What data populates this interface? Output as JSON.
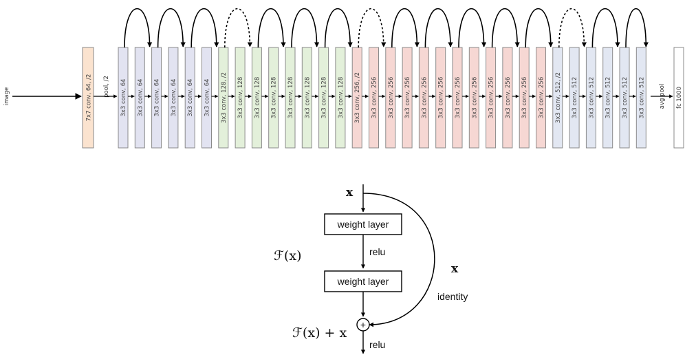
{
  "network": {
    "input_label": "image",
    "stem_label": "7x7 conv, 64, /2",
    "pool_label": "pool, /2",
    "blocks": [
      {
        "label": "3x3 conv, 64",
        "group": "g64"
      },
      {
        "label": "3x3 conv, 64",
        "group": "g64"
      },
      {
        "label": "3x3 conv, 64",
        "group": "g64"
      },
      {
        "label": "3x3 conv, 64",
        "group": "g64"
      },
      {
        "label": "3x3 conv, 64",
        "group": "g64"
      },
      {
        "label": "3x3 conv, 64",
        "group": "g64"
      },
      {
        "label": "3x3 conv, 128, /2",
        "group": "g128"
      },
      {
        "label": "3x3 conv, 128",
        "group": "g128"
      },
      {
        "label": "3x3 conv, 128",
        "group": "g128"
      },
      {
        "label": "3x3 conv, 128",
        "group": "g128"
      },
      {
        "label": "3x3 conv, 128",
        "group": "g128"
      },
      {
        "label": "3x3 conv, 128",
        "group": "g128"
      },
      {
        "label": "3x3 conv, 128",
        "group": "g128"
      },
      {
        "label": "3x3 conv, 128",
        "group": "g128"
      },
      {
        "label": "3x3 conv, 256, /2",
        "group": "g256"
      },
      {
        "label": "3x3 conv, 256",
        "group": "g256"
      },
      {
        "label": "3x3 conv, 256",
        "group": "g256"
      },
      {
        "label": "3x3 conv, 256",
        "group": "g256"
      },
      {
        "label": "3x3 conv, 256",
        "group": "g256"
      },
      {
        "label": "3x3 conv, 256",
        "group": "g256"
      },
      {
        "label": "3x3 conv, 256",
        "group": "g256"
      },
      {
        "label": "3x3 conv, 256",
        "group": "g256"
      },
      {
        "label": "3x3 conv, 256",
        "group": "g256"
      },
      {
        "label": "3x3 conv, 256",
        "group": "g256"
      },
      {
        "label": "3x3 conv, 256",
        "group": "g256"
      },
      {
        "label": "3x3 conv, 256",
        "group": "g256"
      },
      {
        "label": "3x3 conv, 512, /2",
        "group": "g512"
      },
      {
        "label": "3x3 conv, 512",
        "group": "g512"
      },
      {
        "label": "3x3 conv, 512",
        "group": "g512"
      },
      {
        "label": "3x3 conv, 512",
        "group": "g512"
      },
      {
        "label": "3x3 conv, 512",
        "group": "g512"
      },
      {
        "label": "3x3 conv, 512",
        "group": "g512"
      }
    ],
    "avgpool_label": "avg pool",
    "fc_label": "fc 1000",
    "skip_connections": [
      {
        "from_block": 0,
        "to_block": 2,
        "style": "solid"
      },
      {
        "from_block": 2,
        "to_block": 4,
        "style": "solid"
      },
      {
        "from_block": 4,
        "to_block": 6,
        "style": "solid"
      },
      {
        "from_block": 6,
        "to_block": 8,
        "style": "dashed"
      },
      {
        "from_block": 8,
        "to_block": 10,
        "style": "solid"
      },
      {
        "from_block": 10,
        "to_block": 12,
        "style": "solid"
      },
      {
        "from_block": 12,
        "to_block": 14,
        "style": "solid"
      },
      {
        "from_block": 14,
        "to_block": 16,
        "style": "dashed"
      },
      {
        "from_block": 16,
        "to_block": 18,
        "style": "solid"
      },
      {
        "from_block": 18,
        "to_block": 20,
        "style": "solid"
      },
      {
        "from_block": 20,
        "to_block": 22,
        "style": "solid"
      },
      {
        "from_block": 22,
        "to_block": 24,
        "style": "solid"
      },
      {
        "from_block": 24,
        "to_block": 26,
        "style": "solid"
      },
      {
        "from_block": 26,
        "to_block": 28,
        "style": "dashed"
      },
      {
        "from_block": 28,
        "to_block": 30,
        "style": "solid"
      },
      {
        "from_block": 30,
        "to_block": 32,
        "style": "solid"
      }
    ]
  },
  "residual": {
    "input": "x",
    "layer1": "weight layer",
    "relu1": "relu",
    "layer2": "weight layer",
    "fx_label": "ℱ(x)",
    "identity_x": "x",
    "identity_label": "identity",
    "sum_label": "ℱ(x) + x",
    "relu2": "relu",
    "plus_symbol": "+"
  },
  "colors": {
    "stem": "#fbe3cf",
    "g64": "#e2e3f1",
    "g128": "#e3f0da",
    "g256": "#f6d7d3",
    "g512": "#e2e7f2",
    "fc": "#ffffff",
    "border": "#8a8a8a",
    "line": "#000000"
  }
}
